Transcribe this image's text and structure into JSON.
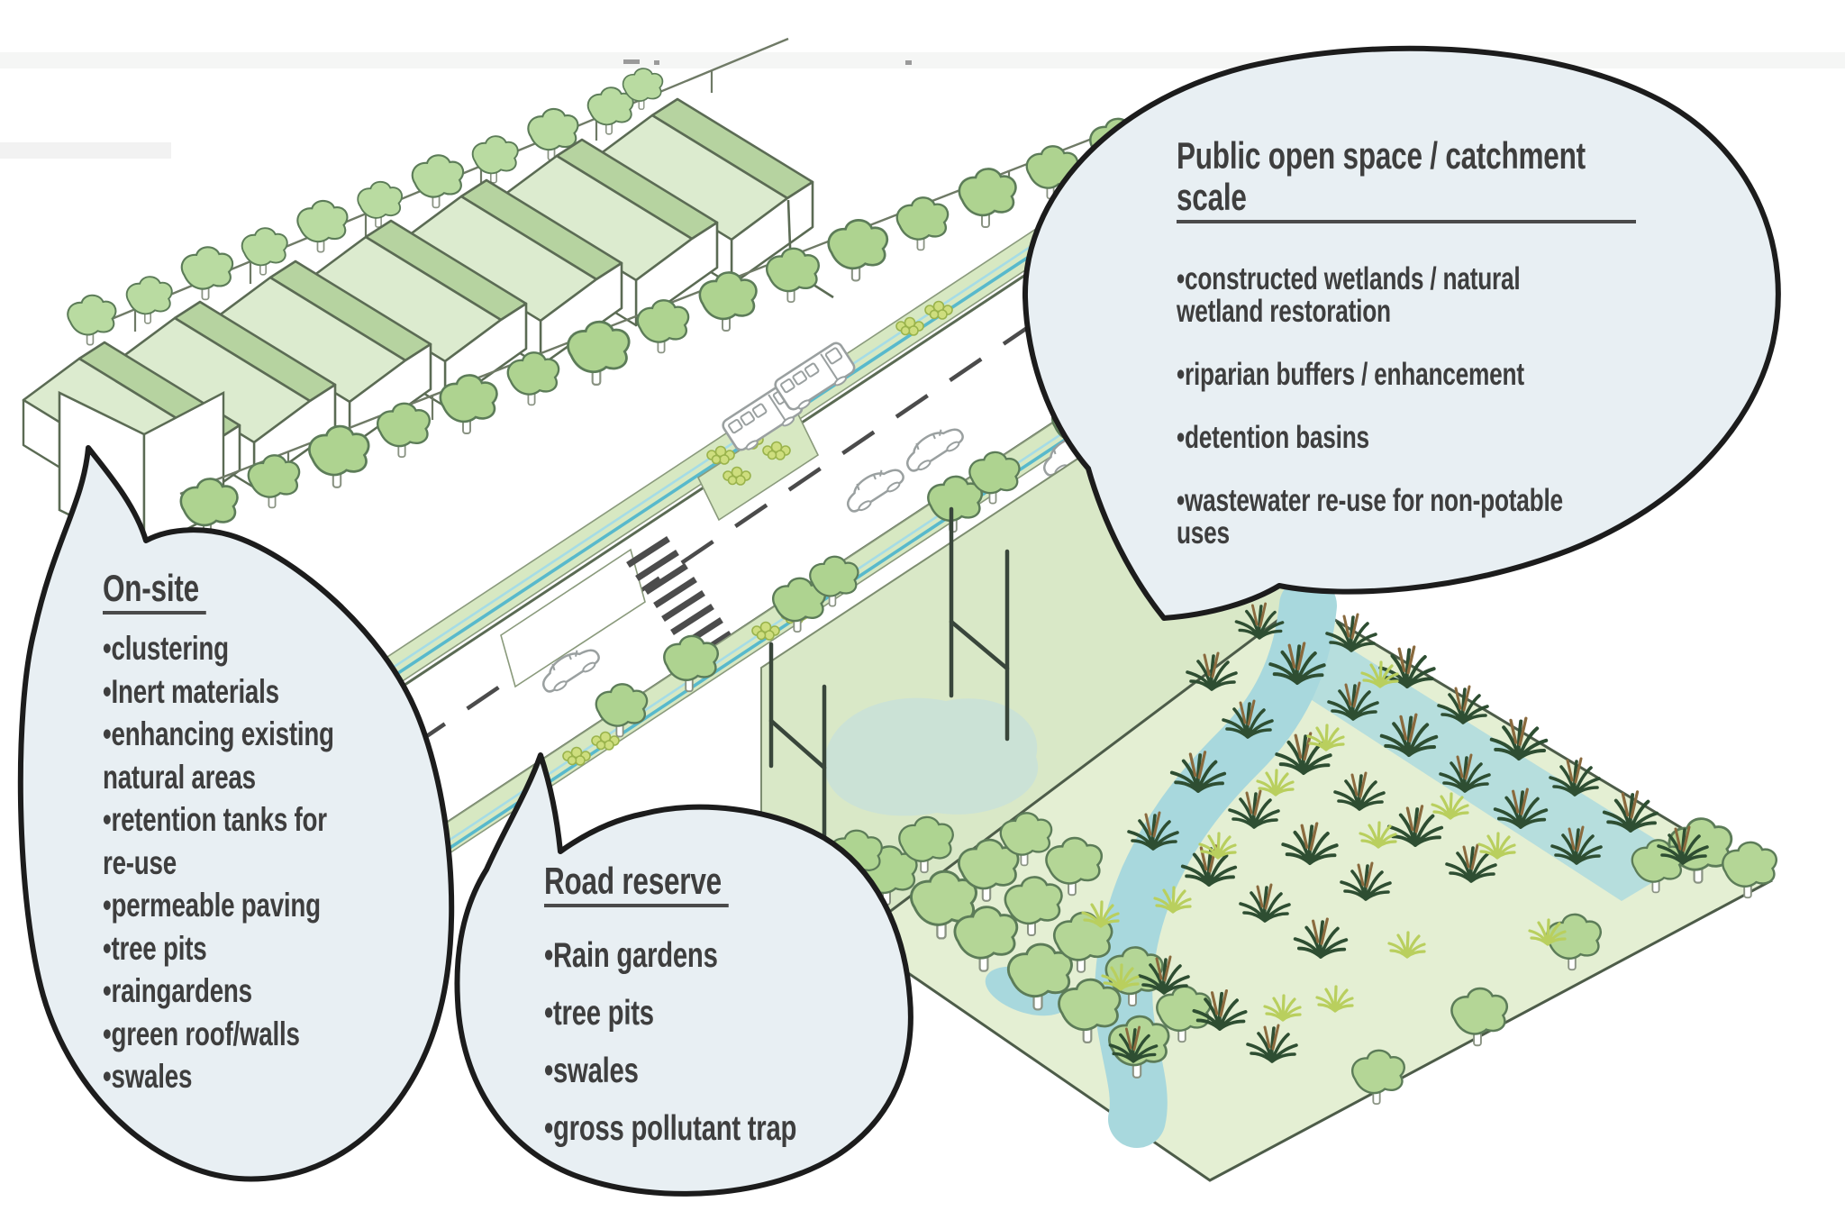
{
  "bubbles": {
    "onsite": {
      "title": "On-site",
      "lines": [
        "•clustering",
        "•Inert materials",
        "•enhancing existing",
        "natural areas",
        "•retention tanks for",
        "re-use",
        "•permeable paving",
        "•tree pits",
        "•raingardens",
        "•green roof/walls",
        "•swales"
      ]
    },
    "road_reserve": {
      "title": "Road reserve",
      "items": [
        "•Rain gardens",
        "•tree pits",
        "•swales",
        "•gross pollutant trap"
      ]
    },
    "public_open_space": {
      "title": "Public open space / catchment scale",
      "lines": [
        "•constructed wetlands / natural",
        "wetland restoration",
        "•riparian buffers / enhancement",
        "•detention basins",
        "•wastewater re-use  for non-potable",
        "uses"
      ]
    }
  },
  "colors": {
    "bubble_fill": "#e8eff3",
    "bubble_outline": "#1c1c1c",
    "text": "#3e3e3e",
    "tree_green": "#aed390",
    "roof_light_green": "#dcebcf",
    "roof_dark_green": "#b6d3a0",
    "field_green": "#d9e8c7",
    "wetland_floor_green": "#e4efd3",
    "stream_blue": "#a8d8dd",
    "swale_blue": "#58b9cc",
    "flax_dark_green": "#2e4e32",
    "tussock_yellow_green": "#b9cf5e"
  }
}
